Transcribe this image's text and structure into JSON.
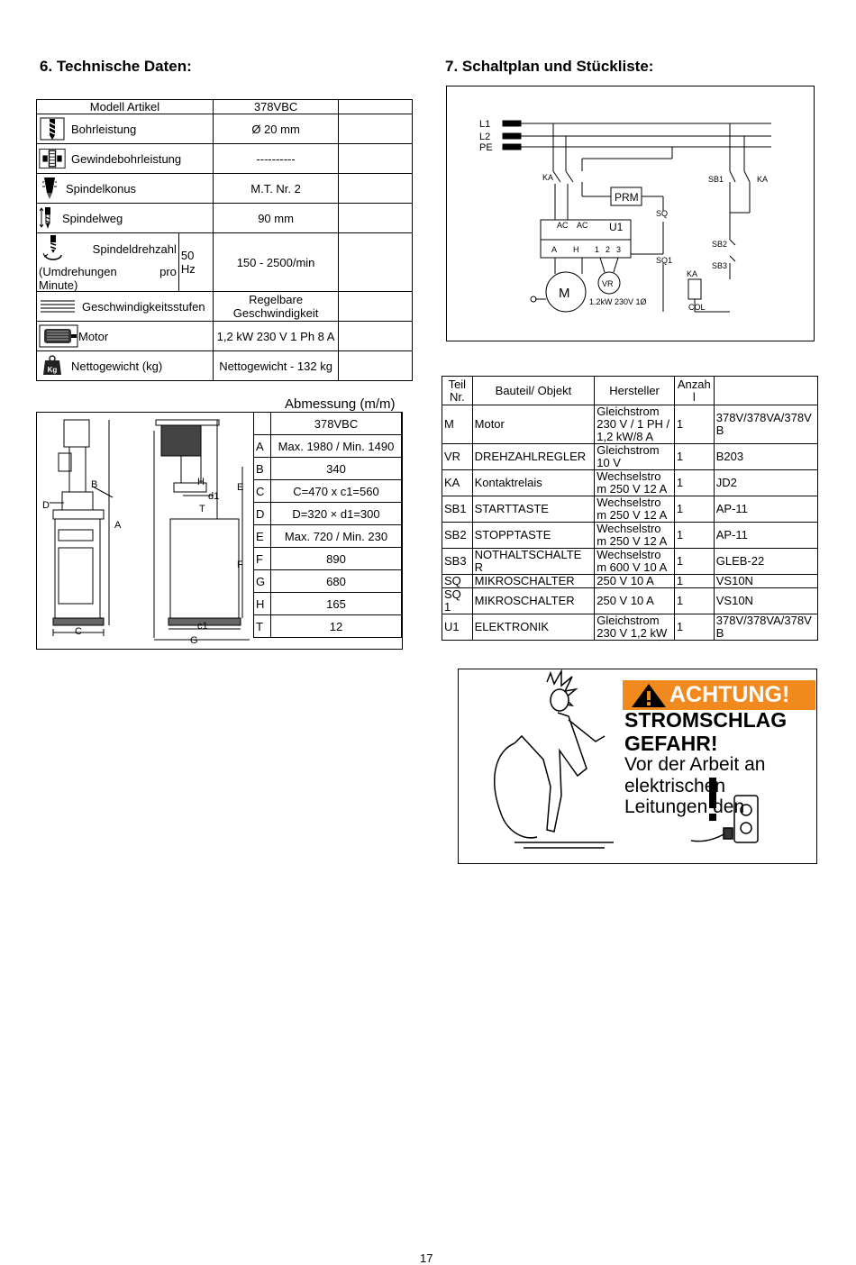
{
  "section6_title": "6. Technische Daten:",
  "section7_title": "7. Schaltplan und Stückliste:",
  "tech": {
    "header": [
      "Modell Artikel",
      "378VBC"
    ],
    "rows": [
      {
        "label": "Bohrleistung",
        "value": "Ø 20 mm"
      },
      {
        "label": "Gewindebohrleistung",
        "value": "----------"
      },
      {
        "label": "Spindelkonus",
        "value": "M.T. Nr. 2"
      },
      {
        "label": "Spindelweg",
        "value": "90 mm"
      },
      {
        "label": "Spindeldrehzahl",
        "label2": "(Umdrehungen",
        "label3": "pro",
        "label4": "Minute)",
        "hz": "50 Hz",
        "value": "150 - 2500/min"
      },
      {
        "label": "Geschwindigkeitsstufen",
        "value": "Regelbare",
        "value2": "Geschwindigkeit"
      },
      {
        "label": "Motor",
        "value": "1,2 kW 230 V 1 Ph 8 A"
      },
      {
        "label": "Nettogewicht (kg)",
        "value": "Nettogewicht - 132 kg"
      }
    ]
  },
  "abmessung": {
    "title": "Abmessung (m/m)",
    "model": "378VBC",
    "rows": [
      {
        "k": "A",
        "v": "Max. 1980 / Min. 1490"
      },
      {
        "k": "B",
        "v": "340"
      },
      {
        "k": "C",
        "v": "C=470 x c1=560"
      },
      {
        "k": "D",
        "v": "D=320 × d1=300"
      },
      {
        "k": "E",
        "v": "Max. 720 / Min. 230"
      },
      {
        "k": "F",
        "v": "890"
      },
      {
        "k": "G",
        "v": "680"
      },
      {
        "k": "H",
        "v": "165"
      },
      {
        "k": "T",
        "v": "12"
      }
    ],
    "drawing_labels": [
      "B",
      "D",
      "A",
      "C",
      "H",
      "E",
      "d1",
      "T",
      "F",
      "c1",
      "G"
    ]
  },
  "schematic": {
    "lines": [
      "L1",
      "L2",
      "PE"
    ],
    "labels": [
      "KA",
      "SB1",
      "KA",
      "PRM",
      "SQ",
      "AC",
      "AC",
      "U1",
      "A",
      "H",
      "1",
      "2",
      "3",
      "SQ1",
      "SB2",
      "SB3",
      "KA",
      "M",
      "VR",
      "1.2kW 230V 1Ø",
      "COL"
    ]
  },
  "parts": {
    "header": {
      "a1": "Teil",
      "a2": "Nr.",
      "b": "Bauteil/ Objekt",
      "c": "Hersteller",
      "d1": "Anzah",
      "d2": "l",
      "e": ""
    },
    "rows": [
      {
        "nr": "M",
        "obj": "Motor",
        "her": [
          "Gleichstrom",
          "230 V / 1 PH /",
          "1,2 kW/8 A"
        ],
        "anz": "1",
        "typ": [
          "378V/378VA/378V",
          "B"
        ]
      },
      {
        "nr": "VR",
        "obj": "DREHZAHLREGLER",
        "her": [
          "Gleichstrom",
          "10 V"
        ],
        "anz": "1",
        "typ": [
          "B203"
        ]
      },
      {
        "nr": "KA",
        "obj": "Kontaktrelais",
        "her": [
          "Wechselstro",
          "m 250 V 12 A"
        ],
        "anz": "1",
        "typ": [
          "JD2"
        ]
      },
      {
        "nr": "SB1",
        "obj": "STARTTASTE",
        "her": [
          "Wechselstro",
          "m 250 V 12 A"
        ],
        "anz": "1",
        "typ": [
          "AP-11"
        ]
      },
      {
        "nr": "SB2",
        "obj": "STOPPTASTE",
        "her": [
          "Wechselstro",
          "m 250 V 12 A"
        ],
        "anz": "1",
        "typ": [
          "AP-11"
        ]
      },
      {
        "nr": "SB3",
        "obj": [
          "NOTHALTSCHALTE",
          "R"
        ],
        "her": [
          "Wechselstro",
          "m 600 V 10 A"
        ],
        "anz": "1",
        "typ": [
          "GLEB-22"
        ]
      },
      {
        "nr": "SQ",
        "obj": "MIKROSCHALTER",
        "her": [
          "250 V 10 A"
        ],
        "anz": "1",
        "typ": [
          "VS10N"
        ]
      },
      {
        "nr": [
          "SQ",
          "1"
        ],
        "obj": "MIKROSCHALTER",
        "her": [
          "250 V 10 A"
        ],
        "anz": "1",
        "typ": [
          "VS10N"
        ]
      },
      {
        "nr": "U1",
        "obj": "ELEKTRONIK",
        "her": [
          "Gleichstrom",
          "230 V 1,2 kW"
        ],
        "anz": "1",
        "typ": [
          "378V/378VA/378V",
          "B"
        ]
      }
    ]
  },
  "warning": {
    "head": "ACHTUNG!",
    "line1": "STROMSCHLAG",
    "line2": "GEFAHR!",
    "line3": "Vor der Arbeit an",
    "line4": "elektrischen",
    "line5": "Leitungen den"
  },
  "page_number": "17"
}
